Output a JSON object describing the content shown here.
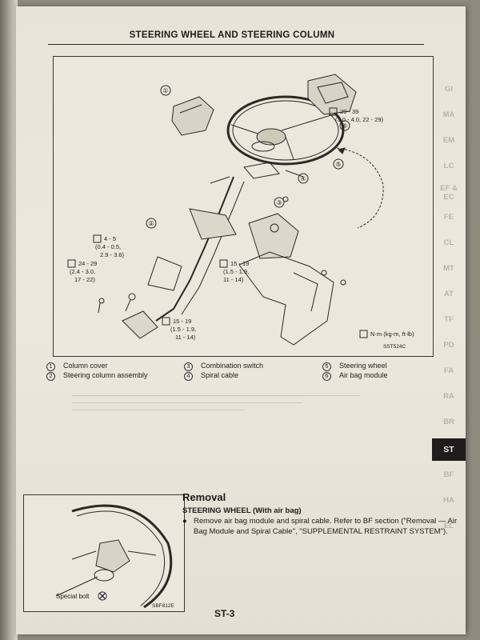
{
  "header": {
    "title": "STEERING WHEEL AND STEERING COLUMN"
  },
  "figure1": {
    "code": "SST524C",
    "unit_note": "N·m (kg-m, ft-lb)",
    "torques": [
      {
        "id": "t1",
        "lines": [
          "29 - 39",
          "(3.0 - 4.0, 22 - 29)"
        ]
      },
      {
        "id": "t2",
        "lines": [
          "4 - 5",
          "(0.4 - 0.5,",
          "2.9 - 3.6)"
        ]
      },
      {
        "id": "t3",
        "lines": [
          "24 - 29",
          "(2.4 - 3.0,",
          "17 - 22)"
        ]
      },
      {
        "id": "t4",
        "lines": [
          "15 - 19",
          "(1.5 - 1.9,",
          "11 - 14)"
        ]
      },
      {
        "id": "t5",
        "lines": [
          "15 - 19",
          "(1.5 - 1.9,",
          "11 - 14)"
        ]
      }
    ]
  },
  "legend": [
    {
      "num": "1",
      "label": "Column cover"
    },
    {
      "num": "2",
      "label": "Steering column assembly"
    },
    {
      "num": "3",
      "label": "Combination switch"
    },
    {
      "num": "4",
      "label": "Spiral cable"
    },
    {
      "num": "5",
      "label": "Steering wheel"
    },
    {
      "num": "6",
      "label": "Air bag module"
    }
  ],
  "tabs": [
    "GI",
    "MA",
    "EM",
    "LC",
    "EF & EC",
    "FE",
    "CL",
    "MT",
    "AT",
    "TF",
    "PD",
    "FA",
    "RA",
    "BR",
    "ST",
    "BF",
    "HA",
    "EL"
  ],
  "active_tab": "ST",
  "figure2": {
    "code": "SBF812E",
    "label": "Special bolt"
  },
  "removal": {
    "title": "Removal",
    "subtitle": "STEERING WHEEL (With air bag)",
    "bullet": "●",
    "text": "Remove air bag module and spiral cable. Refer to BF section (\"Removal — Air Bag Module and Spiral Cable\", \"SUPPLEMENTAL RESTRAINT SYSTEM\")."
  },
  "footer": {
    "page": "ST-3"
  }
}
